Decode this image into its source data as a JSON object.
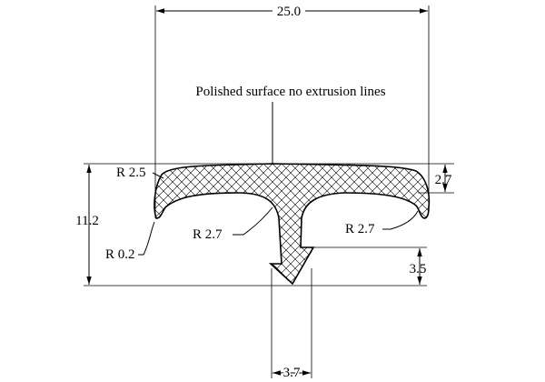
{
  "note": "Polished surface no extrusion lines",
  "dimensions": {
    "overall_width": "25.0",
    "overall_height": "11.2",
    "flange_thickness": "2.7",
    "stem_tip_height": "3.5",
    "stem_width": "3.7"
  },
  "radii": {
    "top_corner": "R 2.5",
    "lip_tip": "R 0.2",
    "left_fillet": "R 2.7",
    "right_fillet": "R 2.7"
  }
}
